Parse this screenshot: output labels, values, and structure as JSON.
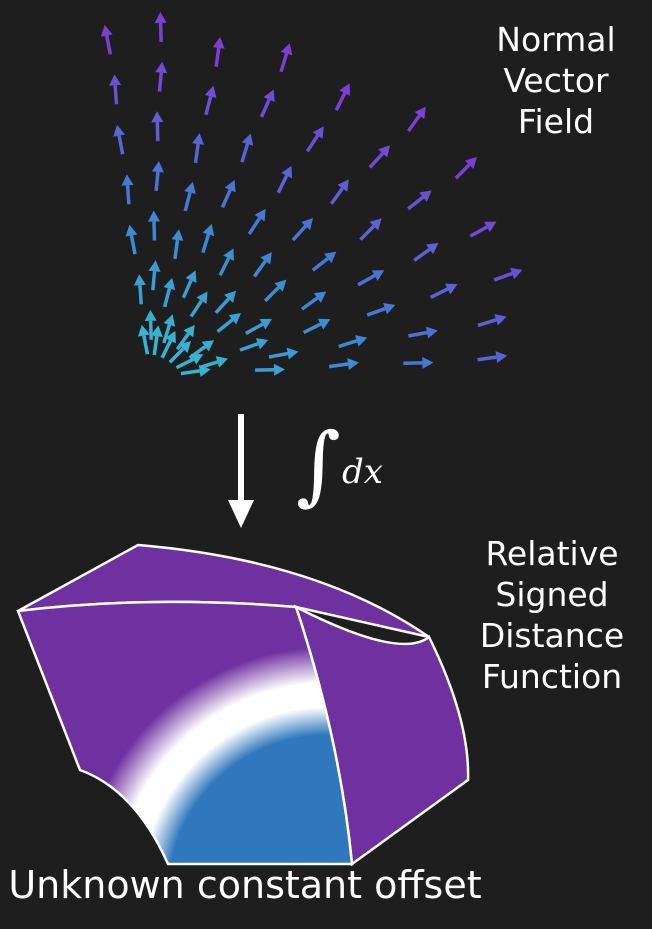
{
  "diagram": {
    "top_label": "Normal\nVector\nField",
    "operator": {
      "sign": "∫",
      "differential": "dx"
    },
    "bottom_label": "Relative\nSigned\nDistance\nFunction",
    "caption": "Unknown constant offset"
  },
  "colors": {
    "background": "#1e1e1e",
    "arrow_cyan": "#36bcd0",
    "arrow_blue": "#3f7fd6",
    "arrow_purple": "#7b3fd6",
    "sdf_purple": "#7031a0",
    "sdf_blue": "#2f78bd",
    "sdf_white": "#ffffff",
    "down_arrow": "#ffffff"
  },
  "icons": [
    "vector-field-arrows",
    "down-arrow",
    "integral-symbol",
    "sdf-shell-shape"
  ]
}
